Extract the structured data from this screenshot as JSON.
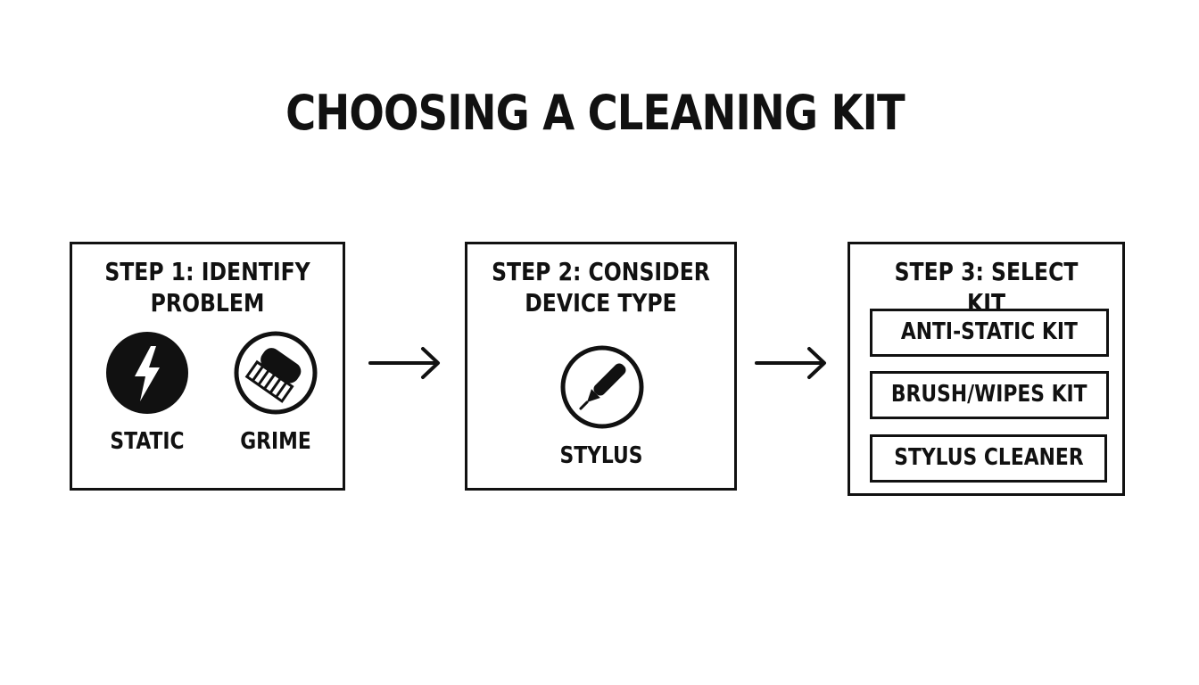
{
  "title": "CHOOSING A CLEANING KIT",
  "steps": [
    {
      "title": "STEP 1: IDENTIFY\nPROBLEM",
      "items": [
        {
          "label": "STATIC",
          "icon": "lightning-bolt-icon"
        },
        {
          "label": "GRIME",
          "icon": "brush-icon"
        }
      ]
    },
    {
      "title": "STEP 2: CONSIDER\nDEVICE TYPE",
      "items": [
        {
          "label": "STYLUS",
          "icon": "stylus-icon"
        }
      ]
    },
    {
      "title": "STEP 3: SELECT KIT",
      "options": [
        "ANTI-STATIC KIT",
        "BRUSH/WIPES KIT",
        "STYLUS CLEANER"
      ]
    }
  ],
  "arrows": [
    "arrow-right-icon",
    "arrow-right-icon"
  ],
  "colors": {
    "ink": "#111111",
    "background": "#ffffff"
  }
}
